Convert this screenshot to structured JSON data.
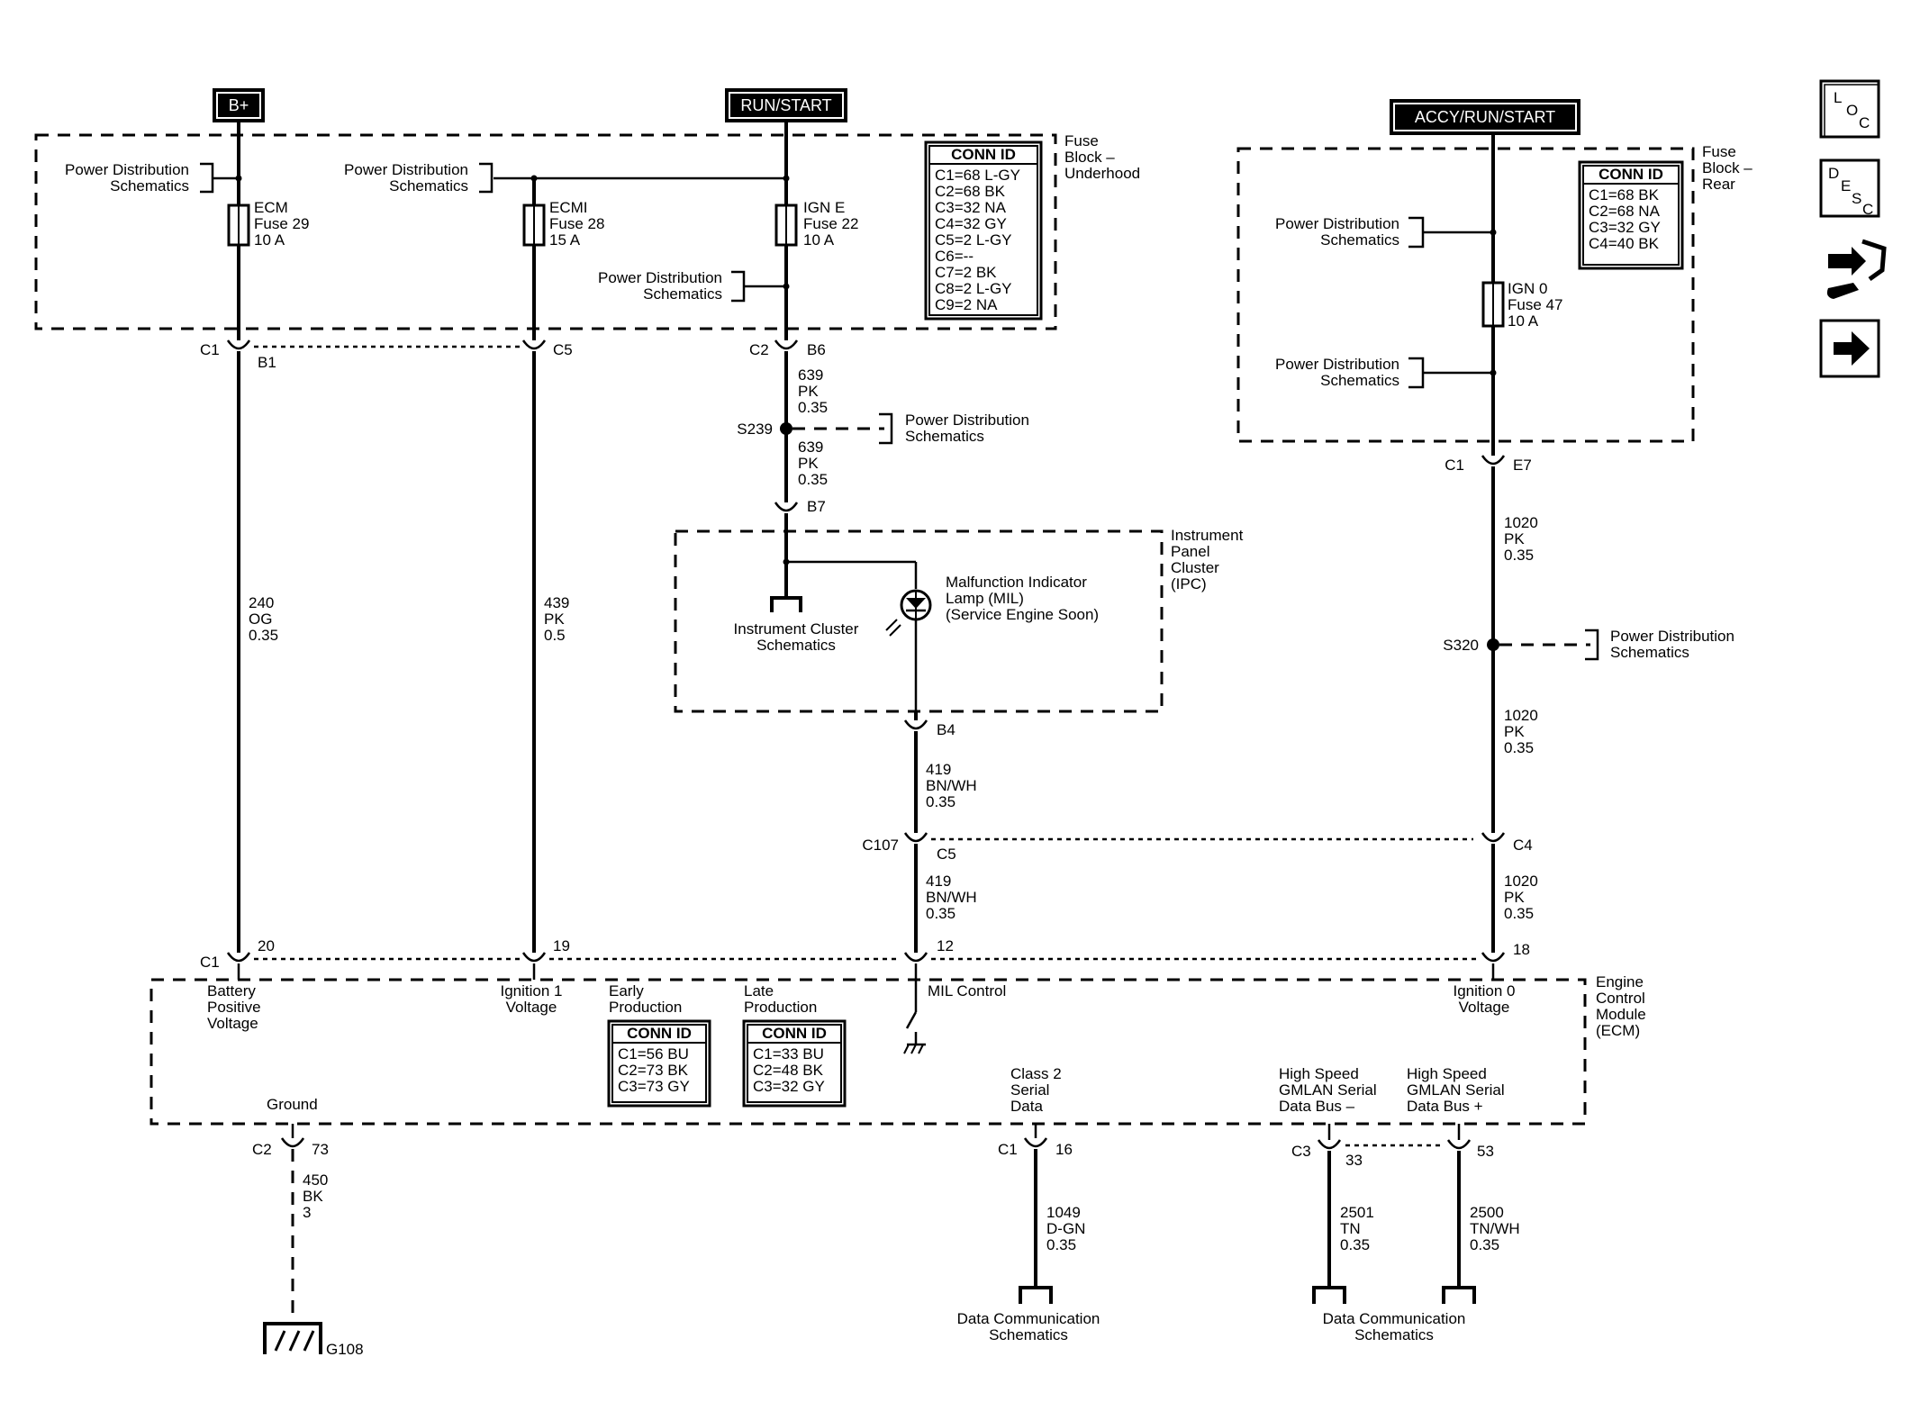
{
  "power": {
    "b_plus": "B+",
    "run_start": "RUN/START",
    "accy_run_start": "ACCY/RUN/START"
  },
  "labels": {
    "pds_a": "Power Distribution",
    "pds_b": "Schematics",
    "fuse_block_underhood": [
      "Fuse",
      "Block –",
      "Underhood"
    ],
    "fuse_block_rear": [
      "Fuse",
      "Block –",
      "Rear"
    ],
    "ipc": [
      "Instrument",
      "Panel",
      "Cluster",
      "(IPC)"
    ],
    "ecm": [
      "Engine",
      "Control",
      "Module",
      "(ECM)"
    ],
    "instrument_cluster": [
      "Instrument Cluster",
      "Schematics"
    ],
    "mil": [
      "Malfunction Indicator",
      "Lamp (MIL)",
      "(Service Engine Soon)"
    ],
    "data_comm": [
      "Data Communication",
      "Schematics"
    ],
    "ground": "Ground",
    "g108": "G108"
  },
  "fuses": {
    "ecm": [
      "ECM",
      "Fuse 29",
      "10 A"
    ],
    "ecmi": [
      "ECMI",
      "Fuse 28",
      "15 A"
    ],
    "igne": [
      "IGN E",
      "Fuse 22",
      "10 A"
    ],
    "ign0": [
      "IGN 0",
      "Fuse 47",
      "10 A"
    ]
  },
  "conn_underhood": {
    "title": "CONN ID",
    "rows": [
      "C1=68 L-GY",
      "C2=68 BK",
      "C3=32 NA",
      "C4=32 GY",
      "C5=2 L-GY",
      "C6=--",
      "C7=2 BK",
      "C8=2 L-GY",
      "C9=2 NA"
    ]
  },
  "conn_rear": {
    "title": "CONN ID",
    "rows": [
      "C1=68 BK",
      "C2=68 NA",
      "C3=32 GY",
      "C4=40 BK"
    ]
  },
  "conn_early": {
    "heading": [
      "Early",
      "Production"
    ],
    "title": "CONN ID",
    "rows": [
      "C1=56 BU",
      "C2=73 BK",
      "C3=73 GY"
    ]
  },
  "conn_late": {
    "heading": [
      "Late",
      "Production"
    ],
    "title": "CONN ID",
    "rows": [
      "C1=33 BU",
      "C2=48 BK",
      "C3=32 GY"
    ]
  },
  "connectors": {
    "c1": "C1",
    "b1": "B1",
    "c5": "C5",
    "c2": "C2",
    "b6": "B6",
    "b7": "B7",
    "b4": "B4",
    "c107": "C107",
    "c5b": "C5",
    "c1r": "C1",
    "e7": "E7",
    "c4": "C4",
    "ecm_c1": "C1",
    "p20": "20",
    "p19": "19",
    "p12": "12",
    "p18": "18",
    "ecm_c2": "C2",
    "p73": "73",
    "ecm_c1b": "C1",
    "p16": "16",
    "ecm_c3": "C3",
    "p33": "33",
    "p53": "53"
  },
  "splices": {
    "s239": "S239",
    "s320": "S320"
  },
  "wires": {
    "w240": [
      "240",
      "OG",
      "0.35"
    ],
    "w439": [
      "439",
      "PK",
      "0.5"
    ],
    "w639a": [
      "639",
      "PK",
      "0.35"
    ],
    "w639b": [
      "639",
      "PK",
      "0.35"
    ],
    "w419a": [
      "419",
      "BN/WH",
      "0.35"
    ],
    "w419b": [
      "419",
      "BN/WH",
      "0.35"
    ],
    "w1020a": [
      "1020",
      "PK",
      "0.35"
    ],
    "w1020b": [
      "1020",
      "PK",
      "0.35"
    ],
    "w1020c": [
      "1020",
      "PK",
      "0.35"
    ],
    "w450": [
      "450",
      "BK",
      "3"
    ],
    "w1049": [
      "1049",
      "D-GN",
      "0.35"
    ],
    "w2501": [
      "2501",
      "TN",
      "0.35"
    ],
    "w2500": [
      "2500",
      "TN/WH",
      "0.35"
    ]
  },
  "ecm_pins": {
    "battery": [
      "Battery",
      "Positive",
      "Voltage"
    ],
    "ign1": [
      "Ignition 1",
      "Voltage"
    ],
    "mil_control": "MIL Control",
    "ign0": [
      "Ignition 0",
      "Voltage"
    ],
    "class2": [
      "Class 2",
      "Serial",
      "Data"
    ],
    "gmlan_minus": [
      "High Speed",
      "GMLAN Serial",
      "Data Bus –"
    ],
    "gmlan_plus": [
      "High Speed",
      "GMLAN Serial",
      "Data Bus +"
    ]
  },
  "side_icons": {
    "loc": [
      "L",
      "O",
      "C"
    ],
    "desc": [
      "D",
      "E",
      "S",
      "C"
    ],
    "icons": [
      "loc-icon",
      "desc-icon",
      "wrench-arrows-icon",
      "next-arrow-icon"
    ]
  }
}
